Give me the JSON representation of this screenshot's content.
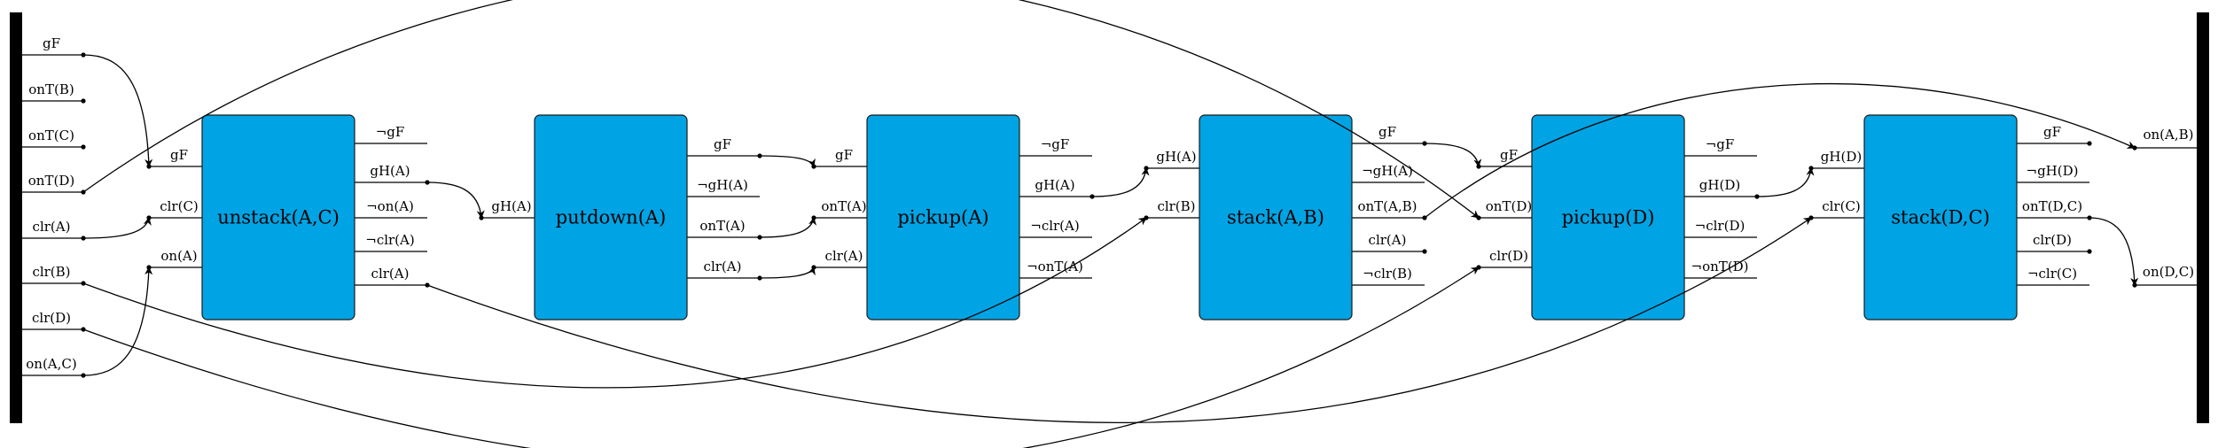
{
  "colors": {
    "action_fill": "#00A4E4",
    "bar": "#000000",
    "line": "#000000"
  },
  "initial_state": [
    "gF",
    "onT(B)",
    "onT(C)",
    "onT(D)",
    "clr(A)",
    "clr(B)",
    "clr(D)",
    "on(A,C)"
  ],
  "goal_state": [
    "on(A,B)",
    "on(D,C)"
  ],
  "actions": [
    {
      "name": "unstack(A,C)",
      "pre": [
        "gF",
        "clr(C)",
        "on(A)"
      ],
      "eff": [
        "¬gF",
        "gH(A)",
        "¬on(A)",
        "¬clr(A)",
        "clr(A)"
      ]
    },
    {
      "name": "putdown(A)",
      "pre": [
        "gH(A)"
      ],
      "eff": [
        "gF",
        "¬gH(A)",
        "onT(A)",
        "clr(A)"
      ]
    },
    {
      "name": "pickup(A)",
      "pre": [
        "gF",
        "onT(A)",
        "clr(A)"
      ],
      "eff": [
        "¬gF",
        "gH(A)",
        "¬clr(A)",
        "¬onT(A)"
      ]
    },
    {
      "name": "stack(A,B)",
      "pre": [
        "gH(A)",
        "clr(B)"
      ],
      "eff": [
        "gF",
        "¬gH(A)",
        "onT(A,B)",
        "clr(A)",
        "¬clr(B)"
      ]
    },
    {
      "name": "pickup(D)",
      "pre": [
        "gF",
        "onT(D)",
        "clr(D)"
      ],
      "eff": [
        "¬gF",
        "gH(D)",
        "¬clr(D)",
        "¬onT(D)"
      ]
    },
    {
      "name": "stack(D,C)",
      "pre": [
        "gH(D)",
        "clr(C)"
      ],
      "eff": [
        "gF",
        "¬gH(D)",
        "onT(D,C)",
        "clr(D)",
        "¬clr(C)"
      ]
    }
  ]
}
